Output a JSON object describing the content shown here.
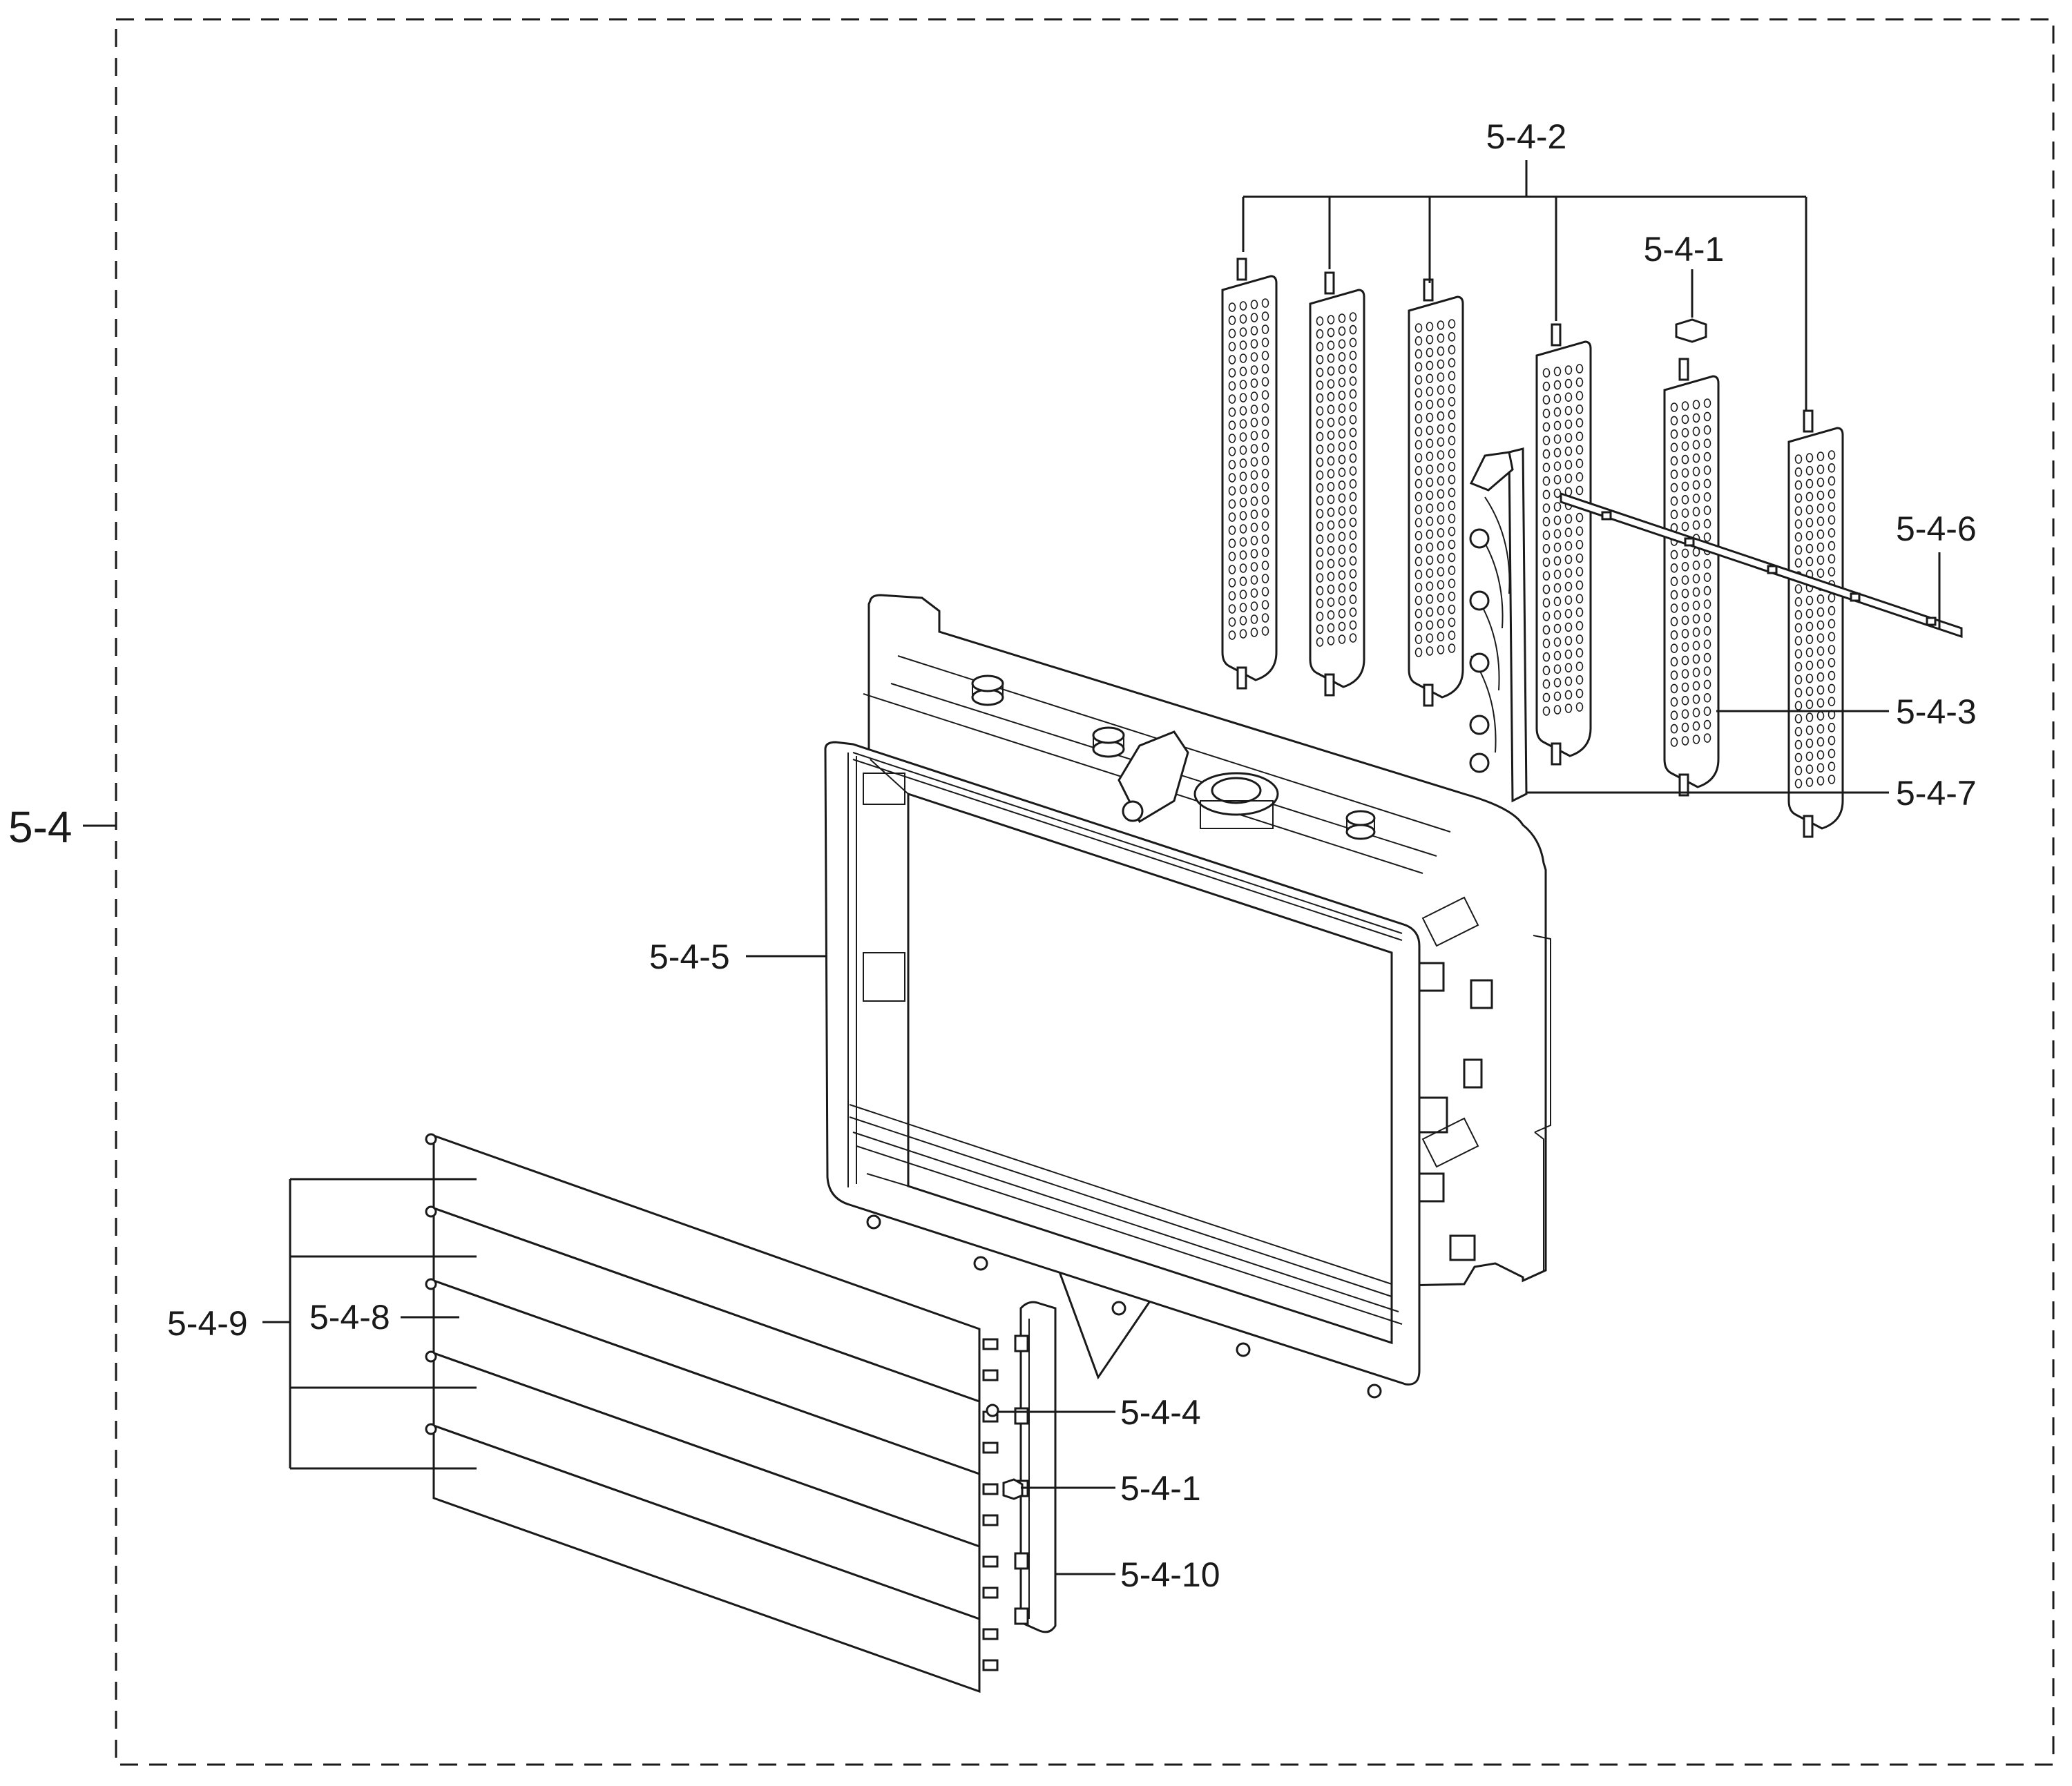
{
  "labels": {
    "assembly": "5-4",
    "nut_top": "5-4-1",
    "vertical_louver": "5-4-2",
    "louver_blade": "5-4-3",
    "link_bar_vertical": "5-4-6",
    "frame_bracket": "5-4-7",
    "front_frame": "5-4-5",
    "washer": "5-4-4",
    "nut_bottom": "5-4-1",
    "horizontal_louver": "5-4-8",
    "horizontal_louver_group": "5-4-9",
    "link_bar_horizontal": "5-4-10"
  },
  "colors": {
    "line": "#1a1a1a",
    "background": "#ffffff"
  }
}
